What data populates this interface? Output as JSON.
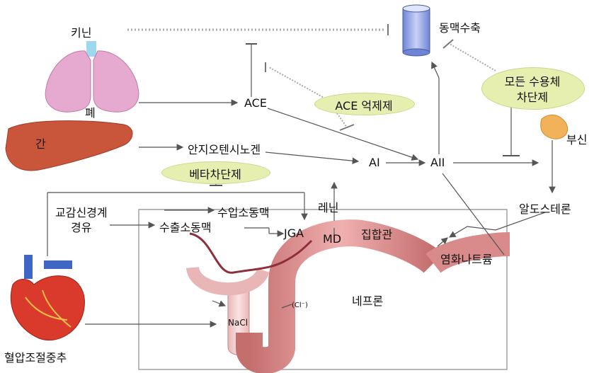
{
  "labels": {
    "kinin": "키닌",
    "lung": "폐",
    "liver": "간",
    "ace": "ACE",
    "angiotensinogen": "안지오텐시노겐",
    "ai": "AI",
    "aii": "AII",
    "vasoconstriction": "동맥수축",
    "adrenal": "부신",
    "aldosterone": "알도스테론",
    "renin": "레닌",
    "md": "MD",
    "jga": "JGA",
    "afferent": "수입소동맥",
    "efferent": "수출소동맥",
    "sympathetic_line1": "교감신경계",
    "sympathetic_line2": "경유",
    "collecting_duct": "집합관",
    "sodium_chloride": "염화나트륨",
    "nephron": "네프론",
    "nacl": "NaCl",
    "cl": "(Cl⁻)",
    "bp_center": "혈압조절중추"
  },
  "drugs": {
    "ace_inhibitor": "ACE 억제제",
    "beta_blocker": "베타차단제",
    "all_blocker_line1": "모든 수용체",
    "all_blocker_line2": "차단제"
  },
  "colors": {
    "pill_fill": "#e6efb0",
    "lung": "#e6a9d0",
    "liver": "#c9553b",
    "adrenal": "#f2b25a",
    "nephron": "#d98a8a",
    "vessel": "#8e2f3b",
    "cylinder": "#9fb0e8",
    "heart": "#d93a2b",
    "line": "#555555"
  }
}
